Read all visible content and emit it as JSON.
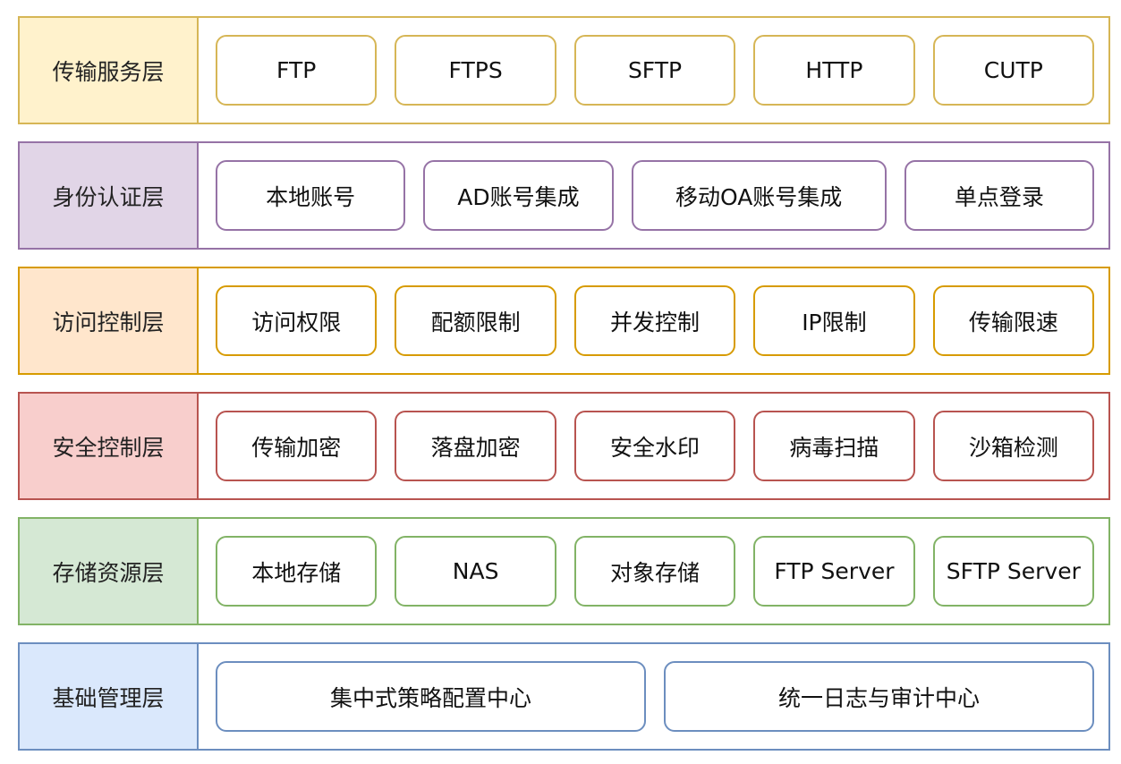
{
  "layers": [
    {
      "label": "传输服务层",
      "border": "#d6b656",
      "fill": "#fff2cc",
      "items": [
        "FTP",
        "FTPS",
        "SFTP",
        "HTTP",
        "CUTP"
      ]
    },
    {
      "label": "身份认证层",
      "border": "#9673a6",
      "fill": "#e1d5e7",
      "items": [
        "本地账号",
        "AD账号集成",
        "移动OA账号集成",
        "单点登录"
      ]
    },
    {
      "label": "访问控制层",
      "border": "#d79b00",
      "fill": "#ffe6cc",
      "items": [
        "访问权限",
        "配额限制",
        "并发控制",
        "IP限制",
        "传输限速"
      ]
    },
    {
      "label": "安全控制层",
      "border": "#b85450",
      "fill": "#f8cecc",
      "items": [
        "传输加密",
        "落盘加密",
        "安全水印",
        "病毒扫描",
        "沙箱检测"
      ]
    },
    {
      "label": "存储资源层",
      "border": "#82b366",
      "fill": "#d5e8d4",
      "items": [
        "本地存储",
        "NAS",
        "对象存储",
        "FTP Server",
        "SFTP Server"
      ]
    },
    {
      "label": "基础管理层",
      "border": "#6c8ebf",
      "fill": "#dae8fc",
      "items": [
        "集中式策略配置中心",
        "统一日志与审计中心"
      ]
    }
  ]
}
